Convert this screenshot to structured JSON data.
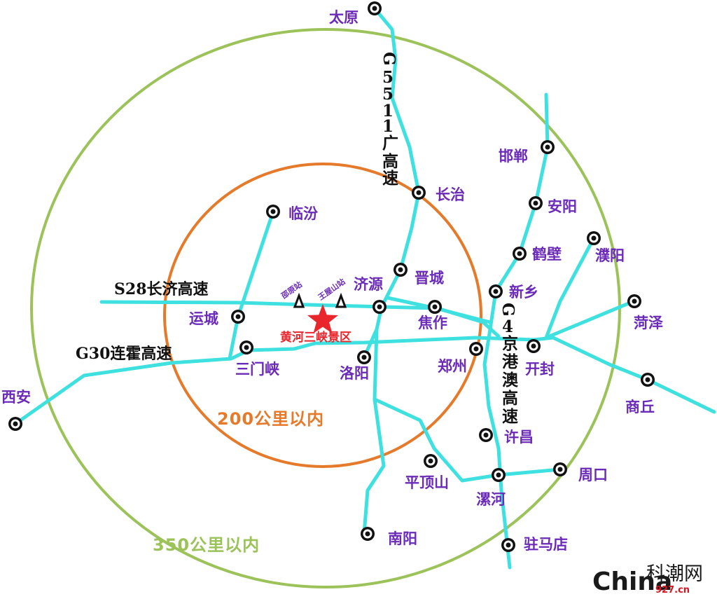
{
  "colors": {
    "road": "#3fe0e0",
    "outer_ring": "#9cc25a",
    "inner_ring": "#e57a2b",
    "city_text": "#6b2bb8",
    "city_marker": "#111111",
    "scenic_star": "#e8262c",
    "scenic_text": "#e8262c",
    "logo_red": "#d9141f",
    "logo_dark": "#1a1a1a"
  },
  "cities": {
    "taiyuan": "太原",
    "changzhi": "长治",
    "linfen": "临汾",
    "jincheng": "晋城",
    "jiyuan": "济源",
    "yuncheng": "运城",
    "jiaozuo": "焦作",
    "sanmenxia": "三门峡",
    "luoyang": "洛阳",
    "zhengzhou": "郑州",
    "handan": "邯郸",
    "anyang": "安阳",
    "hebi": "鹤壁",
    "puyang": "濮阳",
    "xinxiang": "新乡",
    "heze": "菏泽",
    "kaifeng": "开封",
    "shangqiu": "商丘",
    "xian": "西安",
    "xuchang": "许昌",
    "pingdingshan": "平顶山",
    "zhoukou": "周口",
    "luohe": "漯河",
    "nanyang": "南阳",
    "zhumadian": "驻马店"
  },
  "highways": {
    "g5511_prefix": "G",
    "g5511_chars": [
      "5",
      "5",
      "1",
      "1",
      "广",
      "高",
      "速"
    ],
    "s28": "S28长济高速",
    "g30": "G30连霍高速",
    "g4_prefix": "G",
    "g4_chars": [
      "4",
      "京",
      "港",
      "澳",
      "高",
      "速"
    ]
  },
  "stations": {
    "shaoyuan": "邵原站",
    "wangwushan": "王屋山站"
  },
  "scenic": {
    "label": "黄河三峡景区",
    "icon": "star-icon"
  },
  "rings": {
    "inner_label": "200公里以内",
    "outer_label": "350公里以内"
  },
  "watermark": {
    "latin": "China",
    "cn": "科潮网",
    "num": "927.cn"
  }
}
